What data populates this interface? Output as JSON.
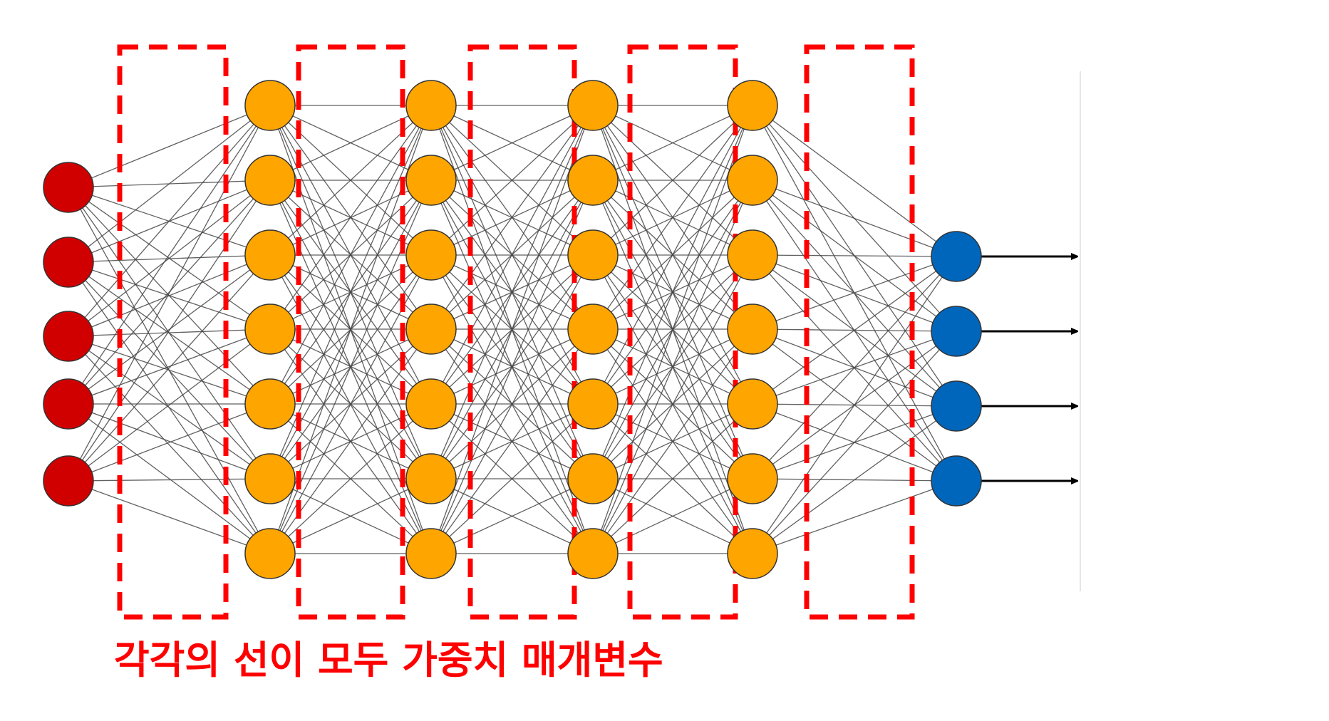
{
  "caption": "각각의 선이 모두 가중치 매개변수",
  "colors": {
    "input": "#d10000",
    "hidden": "#ffa500",
    "output": "#0066bb",
    "edge": "#444444",
    "highlight": "#ff0000",
    "arrow": "#000000",
    "caption": "#ff0000"
  },
  "network": {
    "layers": [
      {
        "role": "input",
        "neurons": 5
      },
      {
        "role": "hidden",
        "neurons": 7
      },
      {
        "role": "hidden",
        "neurons": 7
      },
      {
        "role": "hidden",
        "neurons": 7
      },
      {
        "role": "hidden",
        "neurons": 7
      },
      {
        "role": "output",
        "neurons": 4
      }
    ],
    "fully_connected": true,
    "output_arrows": true,
    "highlighted_weight_groups": 5
  }
}
